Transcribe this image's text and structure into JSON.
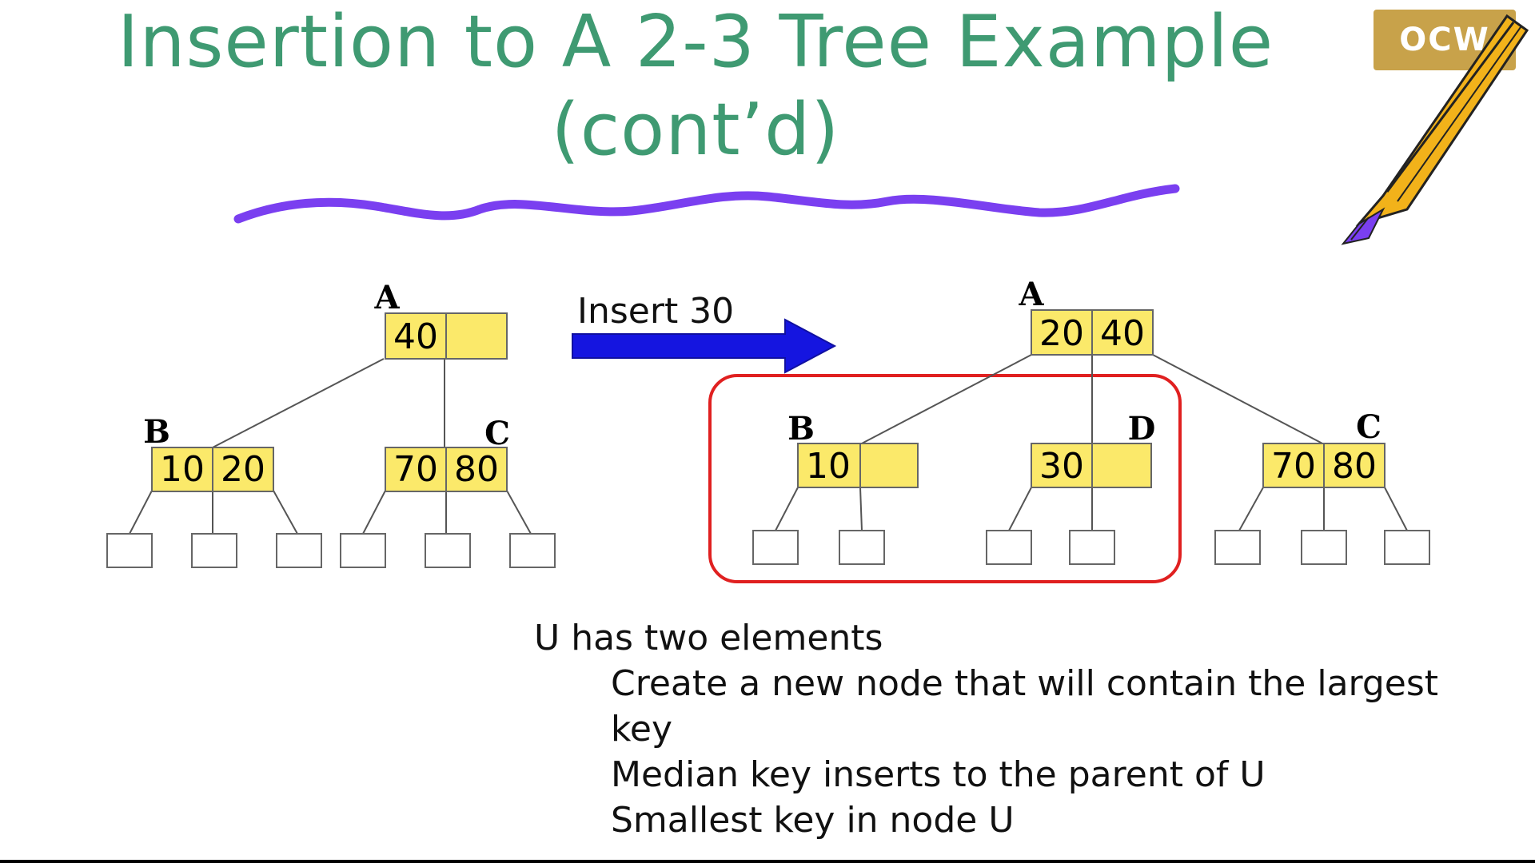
{
  "title": {
    "line1": "Insertion to A 2-3 Tree Example",
    "line2": "(cont’d)"
  },
  "logo": {
    "text": "OCW"
  },
  "arrow": {
    "label": "Insert 30",
    "color": "#1515e0"
  },
  "colors": {
    "title": "#3f9a72",
    "node_fill": "#fbe96a",
    "highlight_border": "#e02020",
    "underline": "#7a3ff0"
  },
  "before_tree": {
    "root": {
      "label": "A",
      "keys": [
        "40",
        ""
      ]
    },
    "children": [
      {
        "label": "B",
        "keys": [
          "10",
          "20"
        ]
      },
      {
        "label": "C",
        "keys": [
          "70",
          "80"
        ]
      }
    ]
  },
  "after_tree": {
    "root": {
      "label": "A",
      "keys": [
        "20",
        "40"
      ]
    },
    "children": [
      {
        "label": "B",
        "keys": [
          "10",
          ""
        ]
      },
      {
        "label": "D",
        "keys": [
          "30",
          ""
        ]
      },
      {
        "label": "C",
        "keys": [
          "70",
          "80"
        ]
      }
    ]
  },
  "notes": {
    "heading": "U has two elements",
    "items": [
      "Create a new node that will contain the largest",
      "key",
      "Median key inserts to the parent of U",
      "Smallest key in node U"
    ]
  }
}
